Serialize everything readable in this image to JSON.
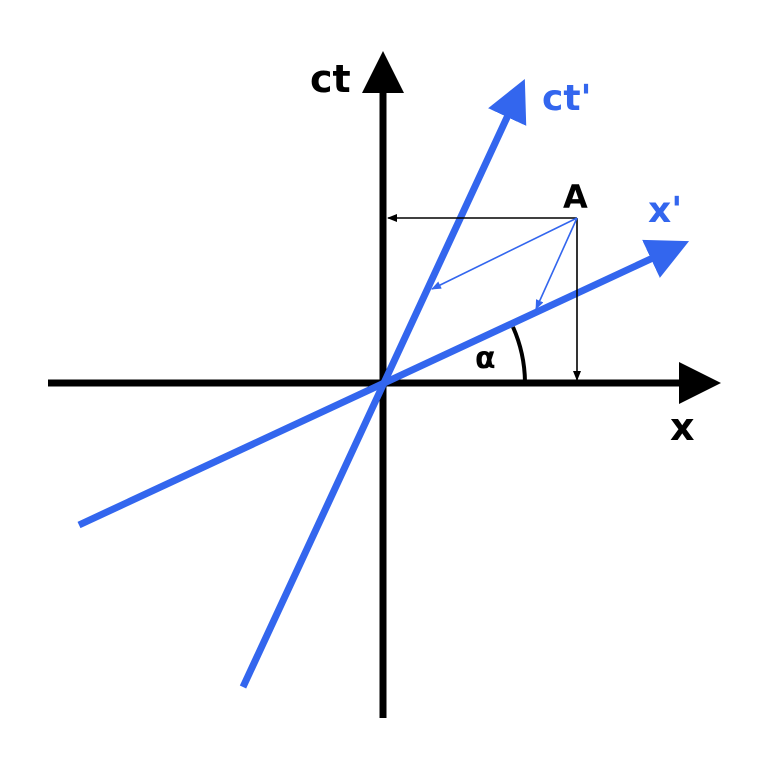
{
  "labels": {
    "ct": "ct",
    "ct_prime": "ct'",
    "x": "x",
    "x_prime": "x'",
    "point": "A",
    "angle": "α"
  },
  "colors": {
    "axes": "#000000",
    "primed_axes": "#3366ee"
  }
}
